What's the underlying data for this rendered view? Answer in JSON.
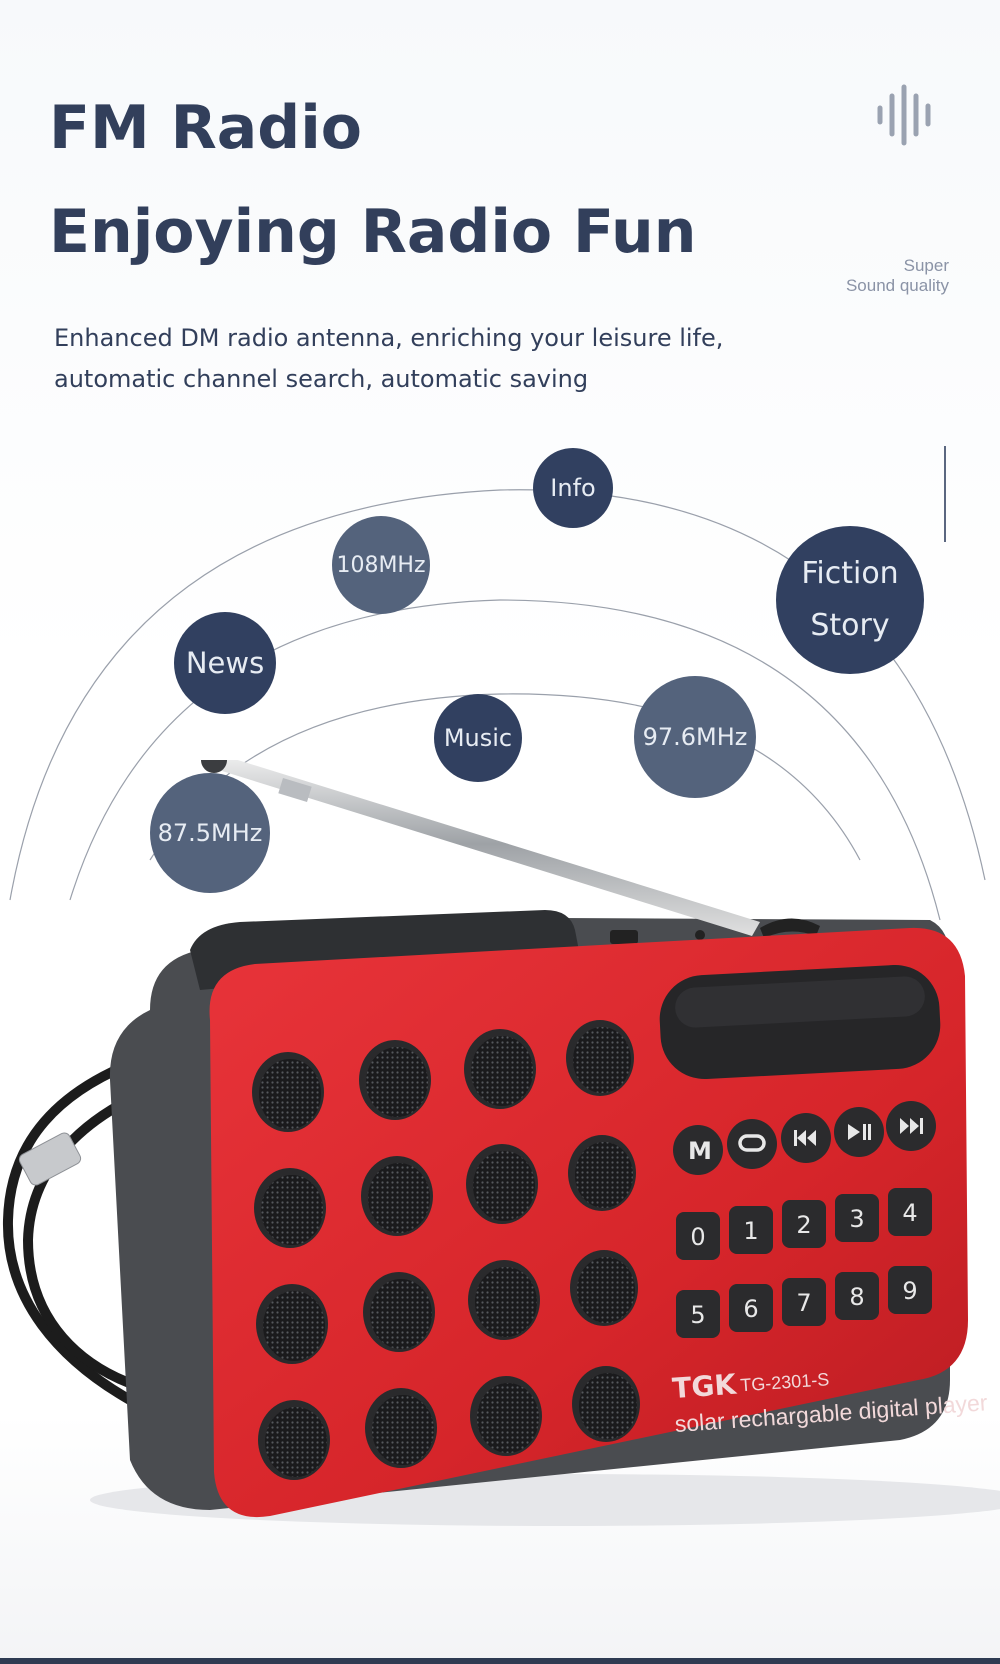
{
  "header": {
    "title_line1": "FM Radio",
    "title_line2": "Enjoying Radio Fun",
    "subtitle_line1": "Enhanced DM radio antenna, enriching your leisure life,",
    "subtitle_line2": "automatic channel search, automatic saving"
  },
  "badge": {
    "icon": "sound-wave-icon",
    "label_line1": "Super",
    "label_line2": "Sound quality"
  },
  "bubbles": {
    "info": "Info",
    "freq_108": "108MHz",
    "news": "News",
    "fiction_line1": "Fiction",
    "fiction_line2": "Story",
    "music": "Music",
    "freq_976": "97.6MHz",
    "freq_875": "87.5MHz"
  },
  "product": {
    "brand": "TGK",
    "model": "TG-2301-S",
    "tagline": "solar rechargable digital player",
    "mode_key": "M",
    "number_keys": [
      "0",
      "1",
      "2",
      "3",
      "4",
      "5",
      "6",
      "7",
      "8",
      "9"
    ]
  },
  "colors": {
    "heading": "#323f5b",
    "bubble_dark": "#314060",
    "bubble_mid": "#54637c",
    "radio_body": "#d9262b"
  }
}
